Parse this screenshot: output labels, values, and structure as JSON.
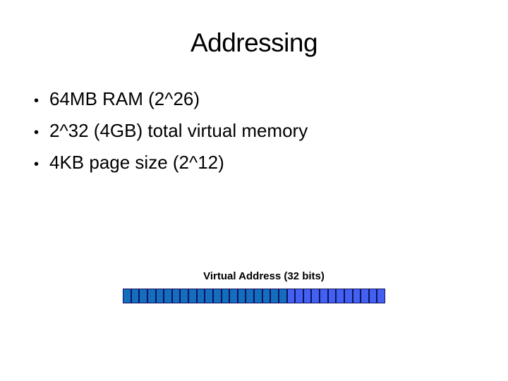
{
  "slide": {
    "title": "Addressing",
    "bullet_glyph": "•",
    "bullets": [
      "64MB RAM (2^26)",
      "2^32 (4GB) total virtual memory",
      "4KB page size (2^12)"
    ],
    "diagram": {
      "label": "Virtual Address (32 bits)",
      "total_bits": 32,
      "border_color": "#101060",
      "groups": [
        {
          "name": "page-number-bit",
          "count": 20,
          "fill": "#146EBE"
        },
        {
          "name": "page-offset-bit",
          "count": 12,
          "fill": "#4261F0"
        }
      ]
    }
  }
}
